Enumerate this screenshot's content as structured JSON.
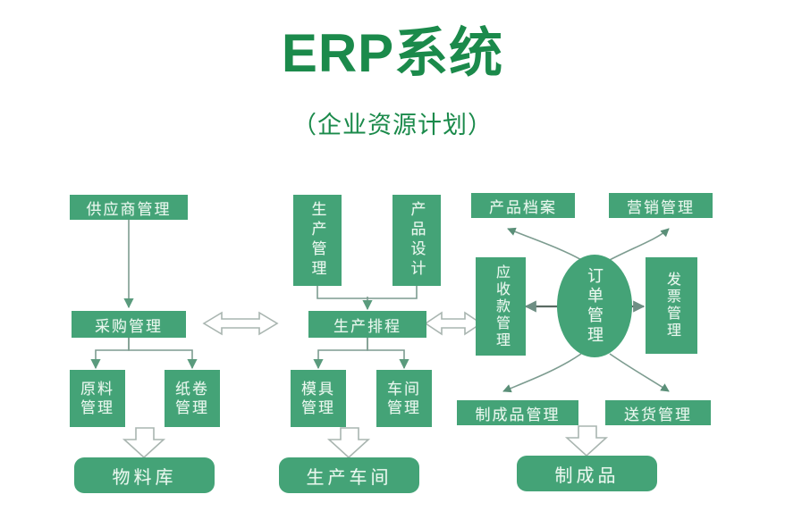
{
  "header": {
    "title": "ERP系统",
    "subtitle": "（企业资源计划）",
    "title_color": "#1b8a4b"
  },
  "theme": {
    "box_fill": "#44a377",
    "box_text": "#e9f7ee",
    "connector": "#7d9c90",
    "hollow_arrow_stroke": "#9aa8a2",
    "background": "#ffffff"
  },
  "chart_data": {
    "type": "diagram",
    "title": "ERP系统（企业资源计划）",
    "nodes": [
      {
        "id": "supplier",
        "label": "供应商管理",
        "shape": "rect",
        "orientation": "horizontal",
        "column": "left"
      },
      {
        "id": "purchasing",
        "label": "采购管理",
        "shape": "rect",
        "orientation": "horizontal",
        "column": "left"
      },
      {
        "id": "raw-material",
        "label": "原料\n管理",
        "shape": "rect",
        "orientation": "horizontal",
        "column": "left"
      },
      {
        "id": "paper-roll",
        "label": "纸卷\n管理",
        "shape": "rect",
        "orientation": "horizontal",
        "column": "left"
      },
      {
        "id": "material-store",
        "label": "物料库",
        "shape": "rounded",
        "orientation": "horizontal",
        "column": "left"
      },
      {
        "id": "production-mgmt",
        "label": "生产管理",
        "shape": "rect",
        "orientation": "vertical",
        "column": "middle"
      },
      {
        "id": "product-design",
        "label": "产品设计",
        "shape": "rect",
        "orientation": "vertical",
        "column": "middle"
      },
      {
        "id": "scheduling",
        "label": "生产排程",
        "shape": "rect",
        "orientation": "horizontal",
        "column": "middle"
      },
      {
        "id": "mold-mgmt",
        "label": "模具\n管理",
        "shape": "rect",
        "orientation": "horizontal",
        "column": "middle"
      },
      {
        "id": "workshop-mgmt",
        "label": "车间\n管理",
        "shape": "rect",
        "orientation": "horizontal",
        "column": "middle"
      },
      {
        "id": "workshop",
        "label": "生产车间",
        "shape": "rounded",
        "orientation": "horizontal",
        "column": "middle"
      },
      {
        "id": "product-archive",
        "label": "产品档案",
        "shape": "rect",
        "orientation": "horizontal",
        "column": "right"
      },
      {
        "id": "marketing",
        "label": "营销管理",
        "shape": "rect",
        "orientation": "horizontal",
        "column": "right"
      },
      {
        "id": "receivables",
        "label": "应收款管理",
        "shape": "rect",
        "orientation": "vertical",
        "column": "right"
      },
      {
        "id": "order-mgmt",
        "label": "订单管理",
        "shape": "ellipse",
        "orientation": "vertical",
        "column": "right"
      },
      {
        "id": "invoice-mgmt",
        "label": "发票管理",
        "shape": "rect",
        "orientation": "vertical",
        "column": "right"
      },
      {
        "id": "finished-mgmt",
        "label": "制成品管理",
        "shape": "rect",
        "orientation": "horizontal",
        "column": "right"
      },
      {
        "id": "delivery-mgmt",
        "label": "送货管理",
        "shape": "rect",
        "orientation": "horizontal",
        "column": "right"
      },
      {
        "id": "finished-goods",
        "label": "制成品",
        "shape": "rounded",
        "orientation": "horizontal",
        "column": "right"
      }
    ],
    "edges": [
      {
        "from": "supplier",
        "to": "purchasing",
        "style": "line-arrow"
      },
      {
        "from": "purchasing",
        "to": "raw-material",
        "style": "line-arrow"
      },
      {
        "from": "purchasing",
        "to": "paper-roll",
        "style": "line-arrow"
      },
      {
        "from": "raw-material",
        "to": "material-store",
        "style": "block-arrow"
      },
      {
        "from": "production-mgmt",
        "to": "scheduling",
        "style": "line-arrow"
      },
      {
        "from": "product-design",
        "to": "scheduling",
        "style": "line-arrow"
      },
      {
        "from": "scheduling",
        "to": "mold-mgmt",
        "style": "line-arrow"
      },
      {
        "from": "scheduling",
        "to": "workshop-mgmt",
        "style": "line-arrow"
      },
      {
        "from": "mold-mgmt",
        "to": "workshop",
        "style": "block-arrow"
      },
      {
        "from": "purchasing",
        "to": "scheduling",
        "style": "hollow-double-arrow"
      },
      {
        "from": "scheduling",
        "to": "receivables",
        "style": "hollow-double-arrow"
      },
      {
        "from": "order-mgmt",
        "to": "receivables",
        "style": "solid-arrow"
      },
      {
        "from": "order-mgmt",
        "to": "invoice-mgmt",
        "style": "solid-arrow"
      },
      {
        "from": "order-mgmt",
        "to": "product-archive",
        "style": "curved-arrow"
      },
      {
        "from": "order-mgmt",
        "to": "marketing",
        "style": "curved-arrow"
      },
      {
        "from": "order-mgmt",
        "to": "finished-mgmt",
        "style": "curved-arrow"
      },
      {
        "from": "order-mgmt",
        "to": "delivery-mgmt",
        "style": "curved-arrow"
      },
      {
        "from": "finished-mgmt",
        "to": "finished-goods",
        "style": "block-arrow"
      }
    ]
  }
}
